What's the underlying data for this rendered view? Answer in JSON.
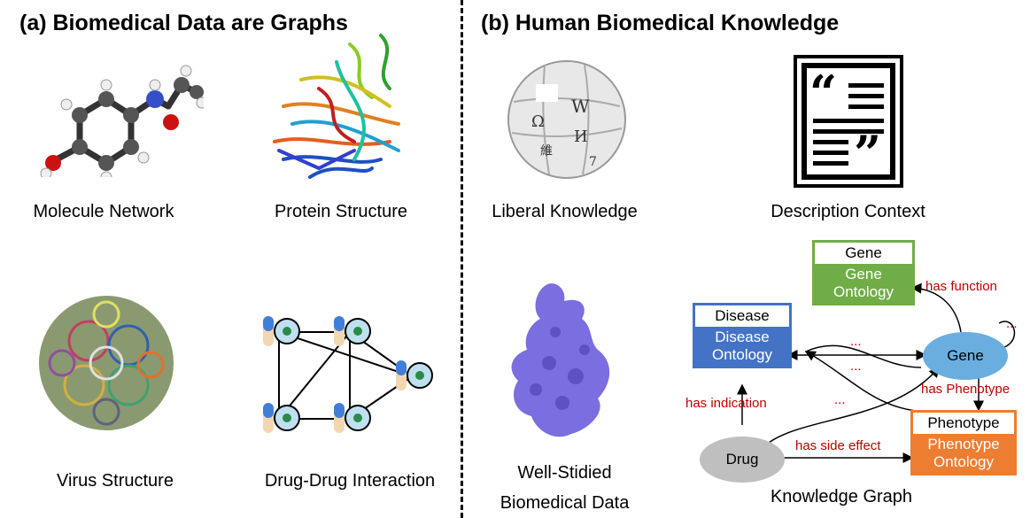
{
  "panel_a": {
    "title": "(a) Biomedical Data are Graphs",
    "items": [
      {
        "caption": "Molecule Network",
        "icon": "molecule-icon"
      },
      {
        "caption": "Protein Structure",
        "icon": "protein-icon"
      },
      {
        "caption": "Virus Structure",
        "icon": "virus-icon"
      },
      {
        "caption": "Drug-Drug Interaction",
        "icon": "drug-interaction-icon"
      }
    ]
  },
  "panel_b": {
    "title": "(b) Human Biomedical Knowledge",
    "items": [
      {
        "caption": "Liberal Knowledge",
        "icon": "wikipedia-globe-icon"
      },
      {
        "caption": "Description Context",
        "icon": "quote-document-icon"
      },
      {
        "caption_line1": "Well-Stidied",
        "caption_line2": "Biomedical Data",
        "icon": "protein-surface-icon"
      }
    ],
    "knowledge_graph": {
      "caption": "Knowledge Graph",
      "nodes": {
        "gene_box": {
          "head": "Gene",
          "body_line1": "Gene",
          "body_line2": "Ontology",
          "color": "#70ad47"
        },
        "disease_box": {
          "head": "Disease",
          "body_line1": "Disease",
          "body_line2": "Ontology",
          "color": "#4472c4"
        },
        "phenotype_box": {
          "head": "Phenotype",
          "body_line1": "Phenotype",
          "body_line2": "Ontology",
          "color": "#ed7d31"
        },
        "gene_ellipse": {
          "label": "Gene",
          "color": "#6aaee0"
        },
        "drug_ellipse": {
          "label": "Drug",
          "color": "#bfbfbf"
        }
      },
      "edges": {
        "has_function": "has function",
        "has_phenotype": "has Phenotype",
        "has_indication": "has indication",
        "has_side_effect": "has side effect",
        "ellipsis": "..."
      }
    }
  }
}
